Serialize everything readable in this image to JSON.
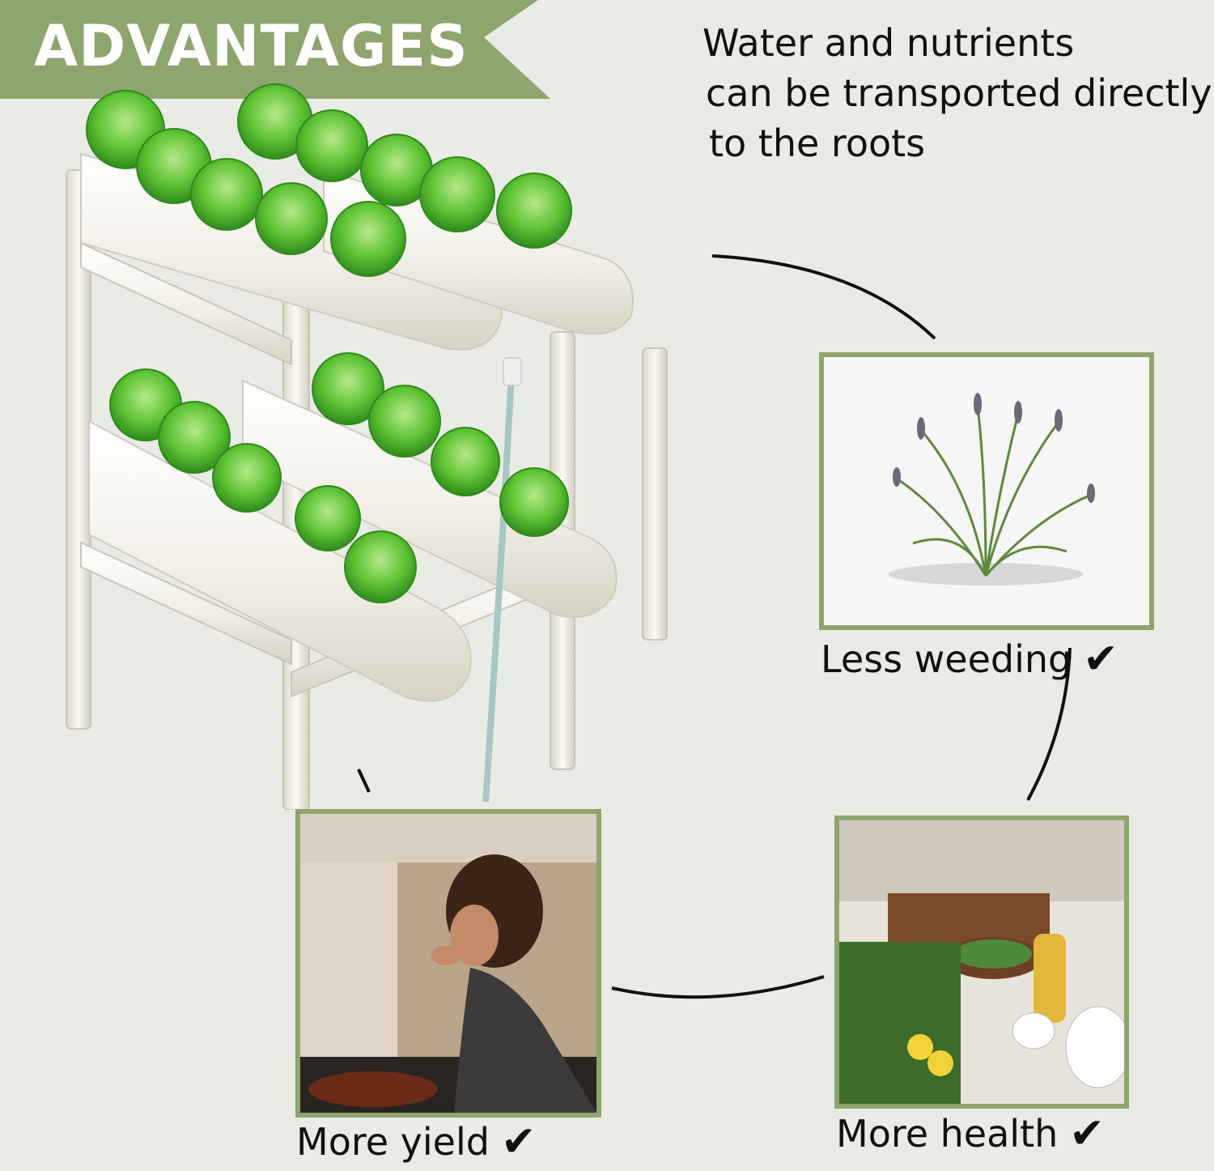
{
  "banner": {
    "title": "ADVANTAGES",
    "color": "#8ea56e"
  },
  "intro": {
    "lines": [
      "Water and nutrients",
      "can be transported directly",
      "to the roots"
    ]
  },
  "benefits": [
    {
      "label": "Less weeding",
      "check": "✔",
      "photo_icon": "grass-tuft-photo"
    },
    {
      "label": "More health",
      "check": "✔",
      "photo_icon": "vegetables-cooking-photo"
    },
    {
      "label": "More yield",
      "check": "✔",
      "photo_icon": "woman-tasting-food-photo"
    }
  ],
  "colors": {
    "background": "#e9ece4",
    "frame": "#8ea56e",
    "lettuce": "#5cc232",
    "pipe": "#f1efe6"
  }
}
